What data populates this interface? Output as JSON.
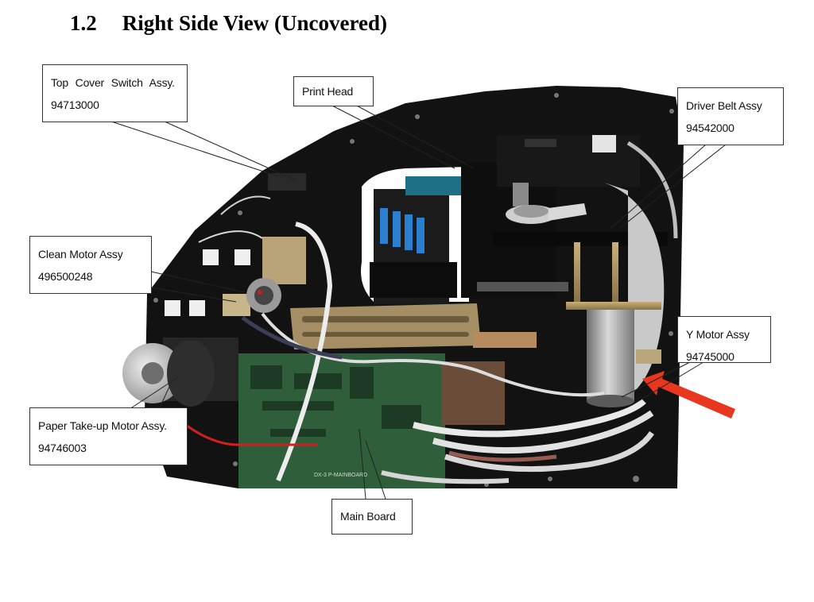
{
  "section": {
    "number": "1.2",
    "title": "Right Side View (Uncovered)"
  },
  "callouts": {
    "top_cover": {
      "name": "Top Cover Switch Assy.",
      "part": "94713000"
    },
    "print_head": {
      "name": "Print Head"
    },
    "driver_belt": {
      "name": "Driver Belt Assy",
      "part": "94542000"
    },
    "clean_motor": {
      "name": "Clean Motor Assy",
      "part": "496500248"
    },
    "y_motor": {
      "name": "Y Motor Assy",
      "part": "94745000"
    },
    "paper_takeup": {
      "name": "Paper Take-up Motor Assy.",
      "part": "94746003"
    },
    "main_board": {
      "name": "Main Board"
    }
  },
  "photo_labels": {
    "board_silkscreen": "DX-3 P-MAINBOARD"
  },
  "colors": {
    "panel": "#121212",
    "board": "#2f5e3a",
    "arrow": "#e8361f",
    "background": "#ffffff"
  }
}
